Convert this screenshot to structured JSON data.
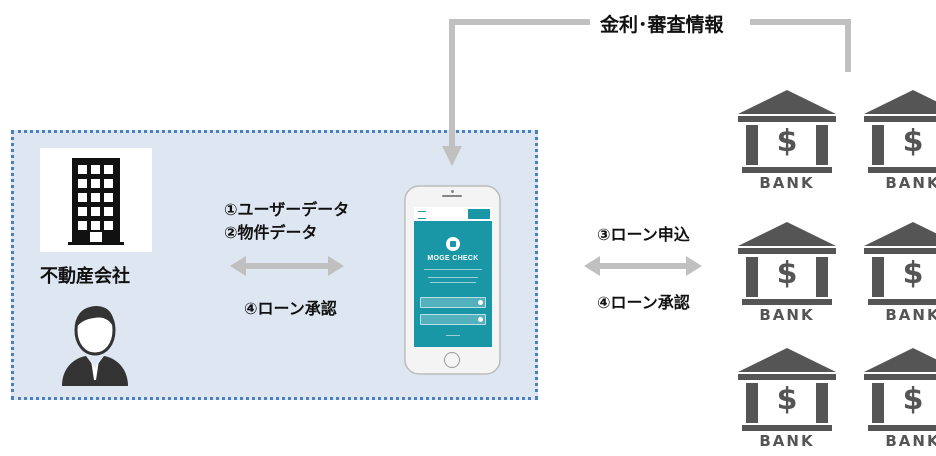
{
  "top_label": "金利･審査情報",
  "company": {
    "label": "不動産会社"
  },
  "left_flow": {
    "line1": "①ユーザーデータ",
    "line2": "②物件データ",
    "approval": "④ローン承認"
  },
  "right_flow": {
    "apply": "③ローン申込",
    "approval": "④ローン承認"
  },
  "phone": {
    "brand": "MOGE CHECK"
  },
  "banks": [
    {
      "label": "BANK",
      "symbol": "$"
    },
    {
      "label": "BANK",
      "symbol": "$"
    },
    {
      "label": "BANK",
      "symbol": "$"
    },
    {
      "label": "BANK",
      "symbol": "$"
    },
    {
      "label": "BANK",
      "symbol": "$"
    },
    {
      "label": "BANK",
      "symbol": "$"
    }
  ],
  "colors": {
    "panel": "#dde6f1",
    "panel_border": "#4a7fc4",
    "arrow": "#bdbdbd",
    "bank": "#555555",
    "phone_screen": "#1a97a7"
  }
}
